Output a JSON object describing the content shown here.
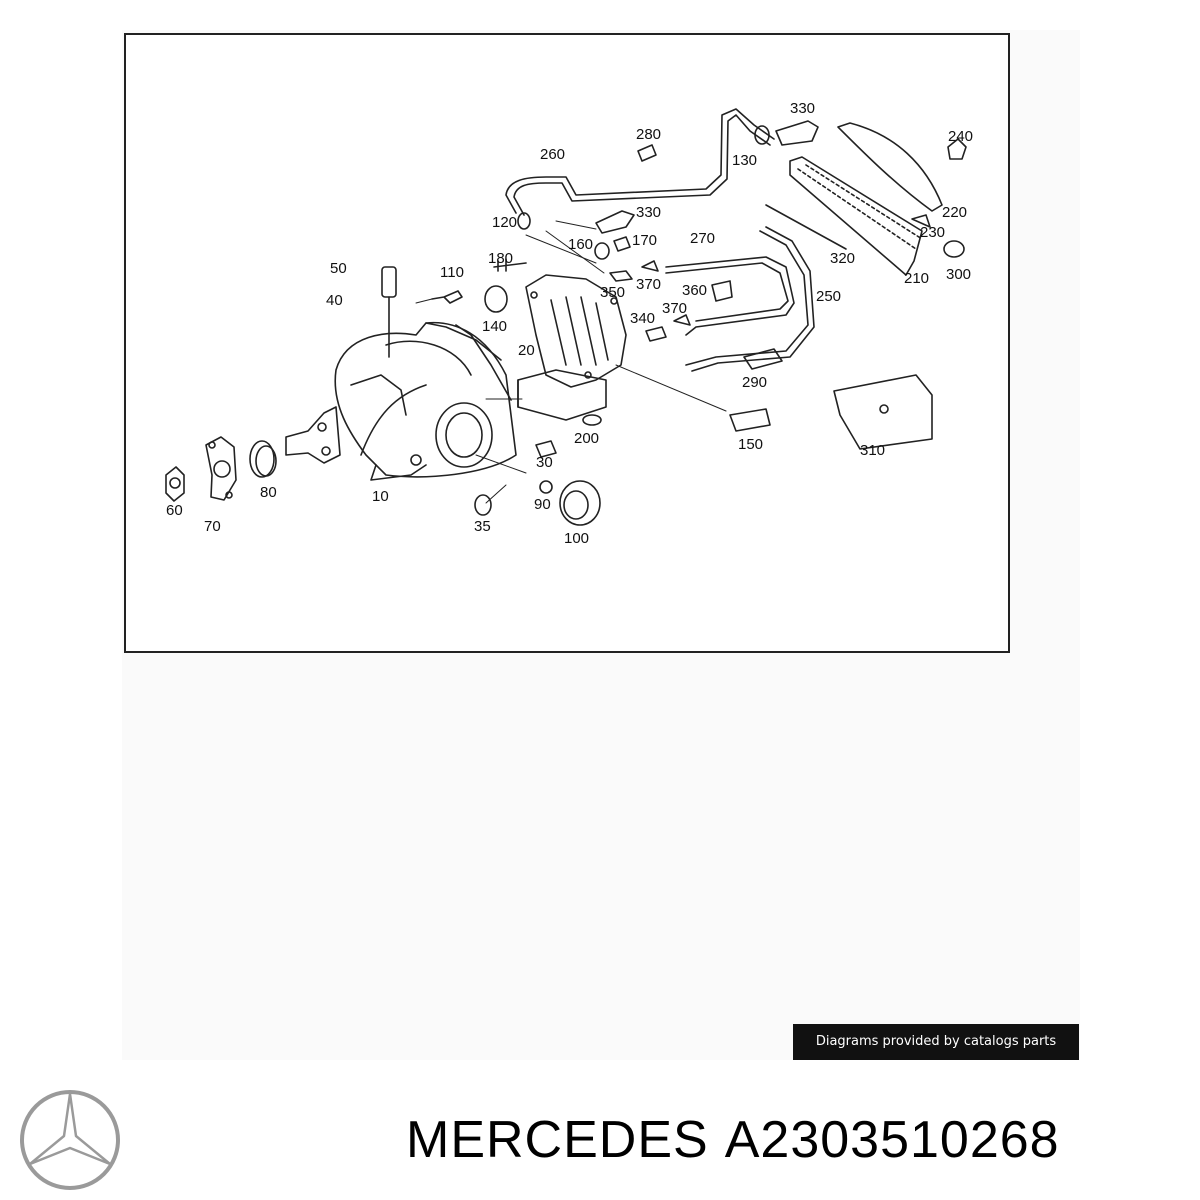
{
  "diagram": {
    "callouts": [
      "330",
      "280",
      "130",
      "260",
      "240",
      "120",
      "330",
      "220",
      "160",
      "170",
      "270",
      "230",
      "180",
      "320",
      "50",
      "110",
      "350",
      "370",
      "210",
      "300",
      "360",
      "250",
      "40",
      "140",
      "340",
      "370",
      "20",
      "290",
      "200",
      "150",
      "310",
      "30",
      "80",
      "10",
      "90",
      "60",
      "70",
      "35",
      "100"
    ]
  },
  "credit": {
    "text": "Diagrams provided by catalogs parts"
  },
  "footer": {
    "brand": "MERCEDES",
    "part_number": "A2303510268"
  }
}
